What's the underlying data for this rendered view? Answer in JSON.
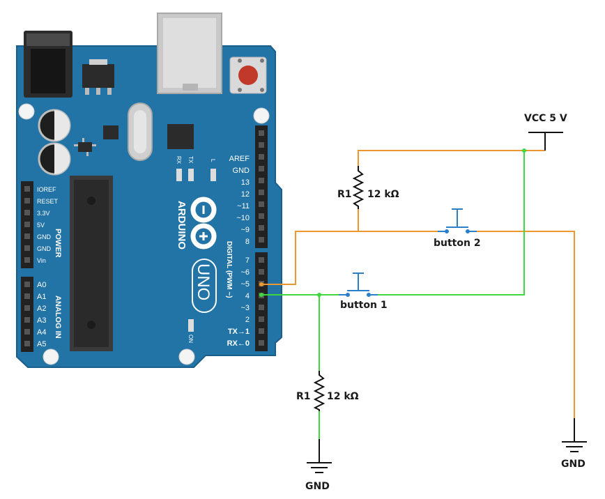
{
  "colors": {
    "board": "#2273a6",
    "board_edge": "#1a5f8c",
    "wire_orange": "#f0962e",
    "wire_green": "#3fd63f",
    "button_blue": "#2a7fc9"
  },
  "board": {
    "brand": "ARDUINO",
    "model": "UNO",
    "power_section": "POWER",
    "analog_section": "ANALOG IN",
    "digital_section": "DIGITAL (PWM ~)",
    "led_rx": "RX",
    "led_tx": "TX",
    "led_l": "L",
    "led_on": "ON",
    "power_pins": [
      "IOREF",
      "RESET",
      "3.3V",
      "5V",
      "GND",
      "GND",
      "Vin"
    ],
    "analog_pins": [
      "A0",
      "A1",
      "A2",
      "A3",
      "A4",
      "A5"
    ],
    "digital_pins": [
      "AREF",
      "GND",
      "13",
      "12",
      "~11",
      "~10",
      "~9",
      "8",
      "7",
      "~6",
      "~5",
      "4",
      "~3",
      "2",
      "TX→1",
      "RX←0"
    ]
  },
  "circuit": {
    "vcc": "VCC 5 V",
    "gnd_left": "GND",
    "gnd_right": "GND",
    "r_top_name": "R1",
    "r_top_value": "12 kΩ",
    "r_bottom_name": "R1",
    "r_bottom_value": "12 kΩ",
    "button1": "button 1",
    "button2": "button 2"
  }
}
